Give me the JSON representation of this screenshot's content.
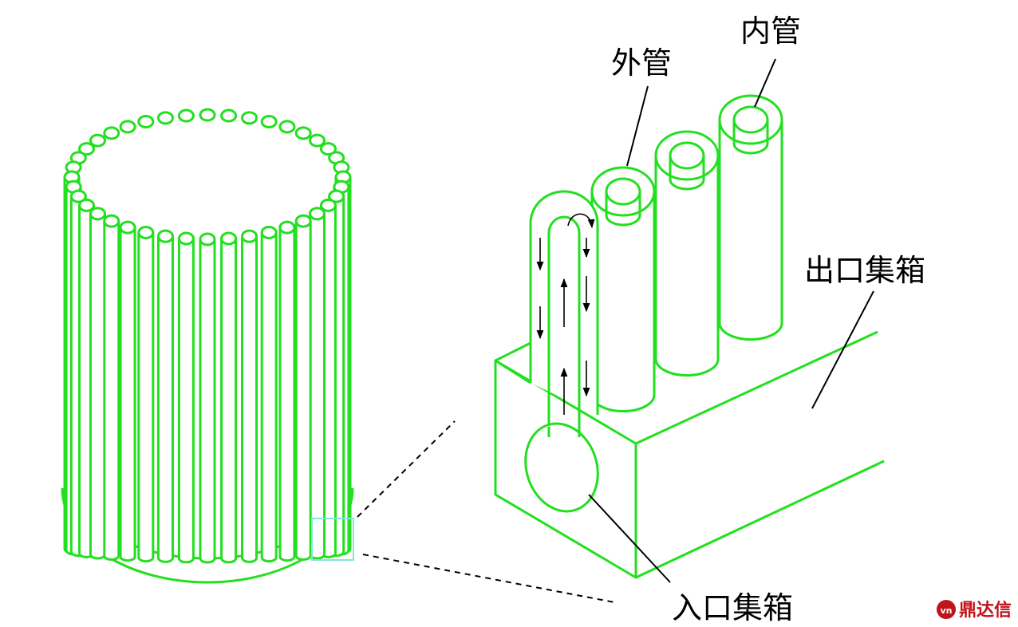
{
  "labels": {
    "outer_tube": "外管",
    "inner_tube": "内管",
    "outlet_header": "出口集箱",
    "inlet_header": "入口集箱"
  },
  "watermark": {
    "text": "鼎达信",
    "icon": "logo-icon"
  },
  "colors": {
    "tube": "#22e01f",
    "detail_box": "#7fe8d9",
    "leader": "#000000",
    "watermark": "#c0141b"
  }
}
